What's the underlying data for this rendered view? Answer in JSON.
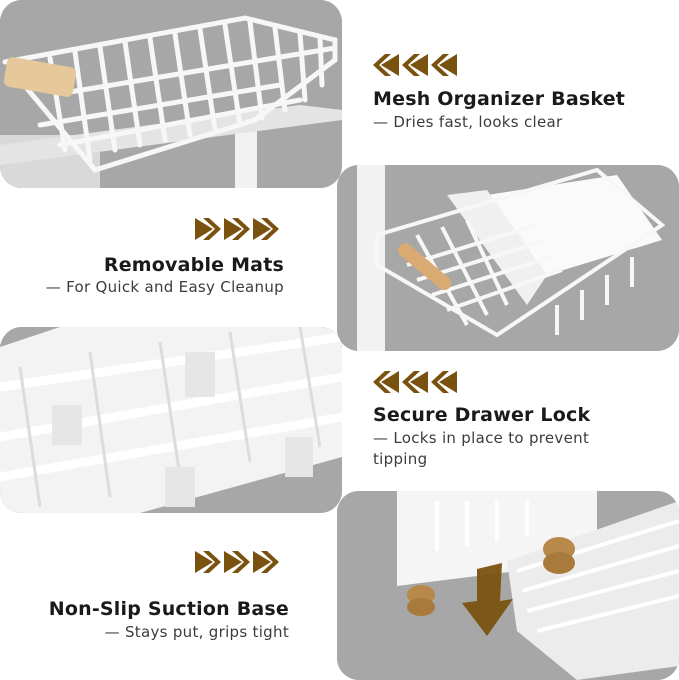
{
  "accent_color": "#7a520f",
  "panel_bg_color": "#a7a7a7",
  "features": [
    {
      "title": "Mesh Organizer Basket",
      "subtitle": "— Dries fast, looks clear",
      "arrow_direction": "left",
      "icon": "triple-chevron-left-icon",
      "image": "wire-basket-with-wooden-handle"
    },
    {
      "title": "Removable Mats",
      "subtitle": "— For Quick and Easy Cleanup",
      "arrow_direction": "right",
      "icon": "triple-chevron-right-icon",
      "image": "basket-with-removable-mat"
    },
    {
      "title": "Secure Drawer Lock",
      "subtitle": "— Locks in place to prevent tipping",
      "arrow_direction": "left",
      "icon": "triple-chevron-left-icon",
      "image": "drawer-rail-lock-closeup"
    },
    {
      "title": "Non-Slip Suction Base",
      "subtitle": "— Stays put, grips tight",
      "arrow_direction": "right",
      "icon": "triple-chevron-right-icon",
      "image": "suction-cup-base-closeup"
    }
  ]
}
